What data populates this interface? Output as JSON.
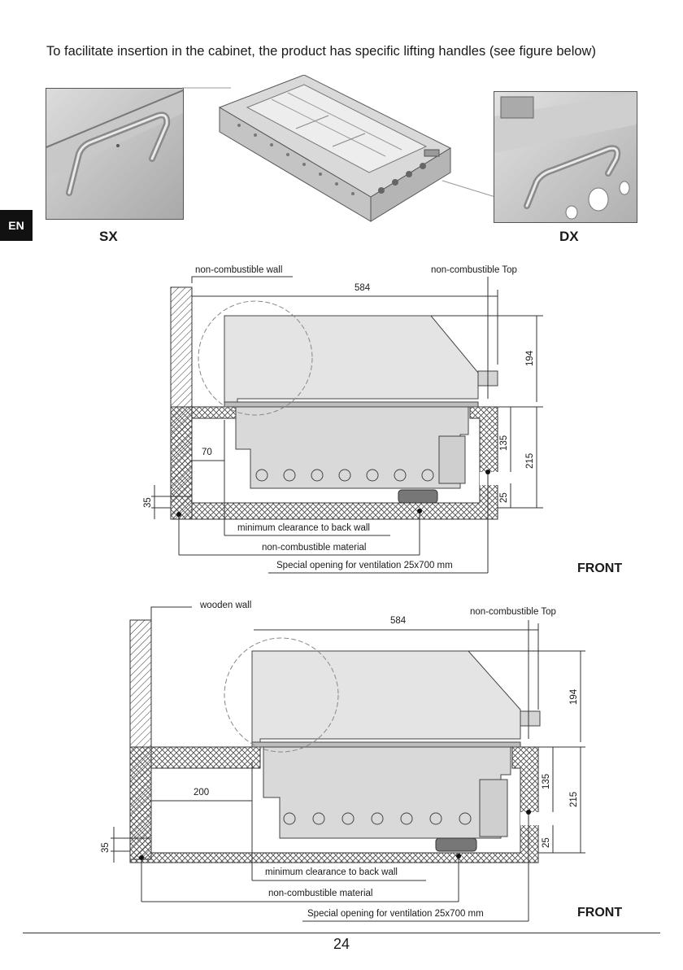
{
  "intro_text": "To facilitate insertion in the cabinet, the product has specific lifting handles (see figure below)",
  "language_tab": "EN",
  "photos": {
    "left_label": "SX",
    "right_label": "DX"
  },
  "diagram1": {
    "wall_label": "non-combustible wall",
    "top_label": "non-combustible Top",
    "dim_width": "584",
    "dim_height_top": "194",
    "dim_135": "135",
    "dim_215": "215",
    "dim_25": "25",
    "dim_35": "35",
    "dim_clearance": "70",
    "clearance_label": "minimum clearance to back wall",
    "material_label": "non-combustible material",
    "ventilation_label": "Special opening for ventilation 25x700 mm",
    "view_label": "FRONT"
  },
  "diagram2": {
    "wall_label": "wooden wall",
    "top_label": "non-combustible Top",
    "dim_width": "584",
    "dim_height_top": "194",
    "dim_135": "135",
    "dim_215": "215",
    "dim_25": "25",
    "dim_35": "35",
    "dim_clearance": "200",
    "clearance_label": "minimum clearance to back wall",
    "material_label": "non-combustible material",
    "ventilation_label": "Special opening for ventilation 25x700 mm",
    "view_label": "FRONT"
  },
  "page_number": "24"
}
